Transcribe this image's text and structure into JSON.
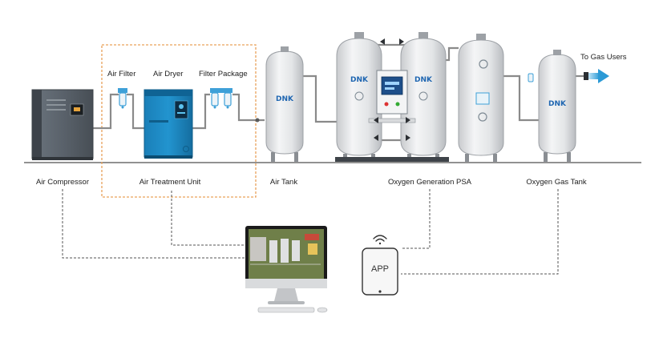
{
  "labels": {
    "air_filter": "Air Filter",
    "air_dryer": "Air Dryer",
    "filter_package": "Filter Package",
    "to_gas_users": "To Gas Users",
    "air_compressor": "Air Compressor",
    "air_treatment_unit": "Air Treatment Unit",
    "air_tank": "Air Tank",
    "oxygen_generation_psa": "Oxygen Generation PSA",
    "oxygen_gas_tank": "Oxygen Gas Tank"
  },
  "brand": {
    "logo": "DNK"
  },
  "phone": {
    "app_label": "APP"
  },
  "colors": {
    "pipe": "#8a8a8a",
    "tank": "#e6e7e9",
    "dryer": "#1d8cc6",
    "compressor": "#5d6670",
    "filter_blue": "#3ea0d8",
    "treatment_box": "#e9a25a",
    "arrow": "#39a9e0"
  }
}
